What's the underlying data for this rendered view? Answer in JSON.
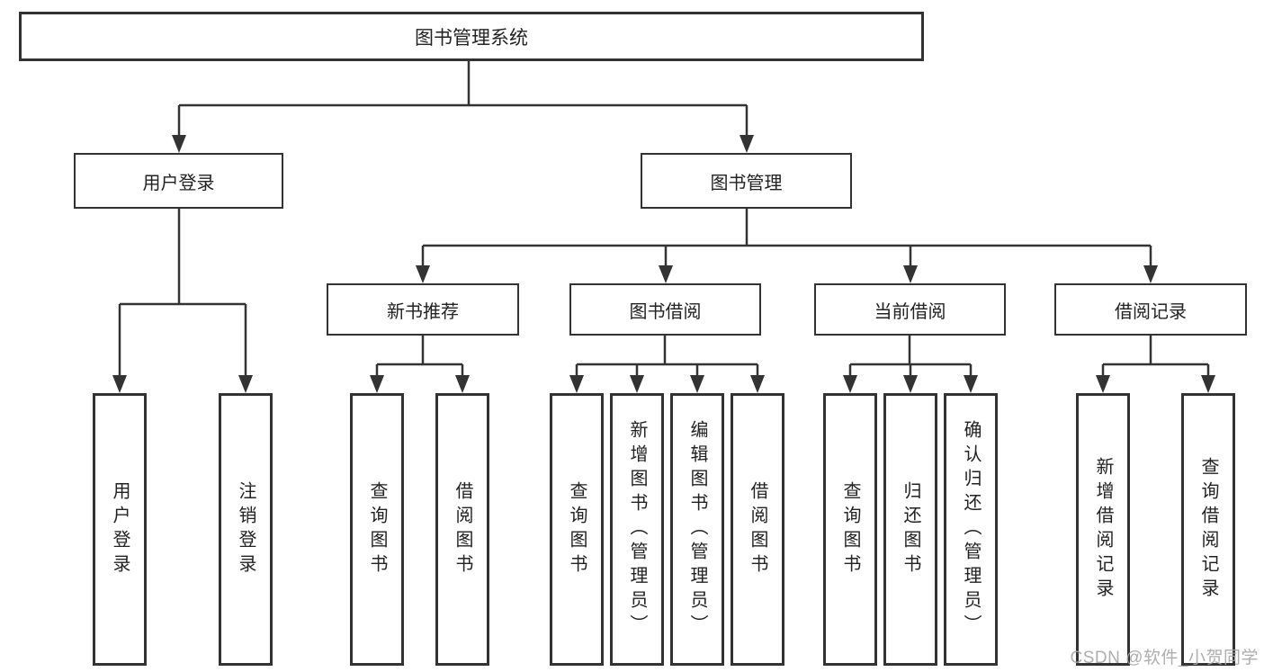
{
  "colors": {
    "line": "#333333",
    "box_border": "#333333",
    "text": "#222222",
    "watermark": "#a5a5a5",
    "background": "#ffffff"
  },
  "diagram": {
    "root": {
      "label": "图书管理系统"
    },
    "branches": [
      {
        "label": "用户登录",
        "leaves": [
          {
            "label": "用户登录"
          },
          {
            "label": "注销登录"
          }
        ]
      },
      {
        "label": "图书管理",
        "groups": [
          {
            "label": "新书推荐",
            "leaves": [
              {
                "label": "查询图书"
              },
              {
                "label": "借阅图书"
              }
            ]
          },
          {
            "label": "图书借阅",
            "leaves": [
              {
                "label": "查询图书"
              },
              {
                "label": "新增图书（管理员）"
              },
              {
                "label": "编辑图书（管理员）"
              },
              {
                "label": "借阅图书"
              }
            ]
          },
          {
            "label": "当前借阅",
            "leaves": [
              {
                "label": "查询图书"
              },
              {
                "label": "归还图书"
              },
              {
                "label": "确认归还（管理员）"
              }
            ]
          },
          {
            "label": "借阅记录",
            "leaves": [
              {
                "label": "新增借阅记录"
              },
              {
                "label": "查询借阅记录"
              }
            ]
          }
        ]
      }
    ]
  },
  "watermark": {
    "text": "CSDN @软件_小贺同学"
  }
}
